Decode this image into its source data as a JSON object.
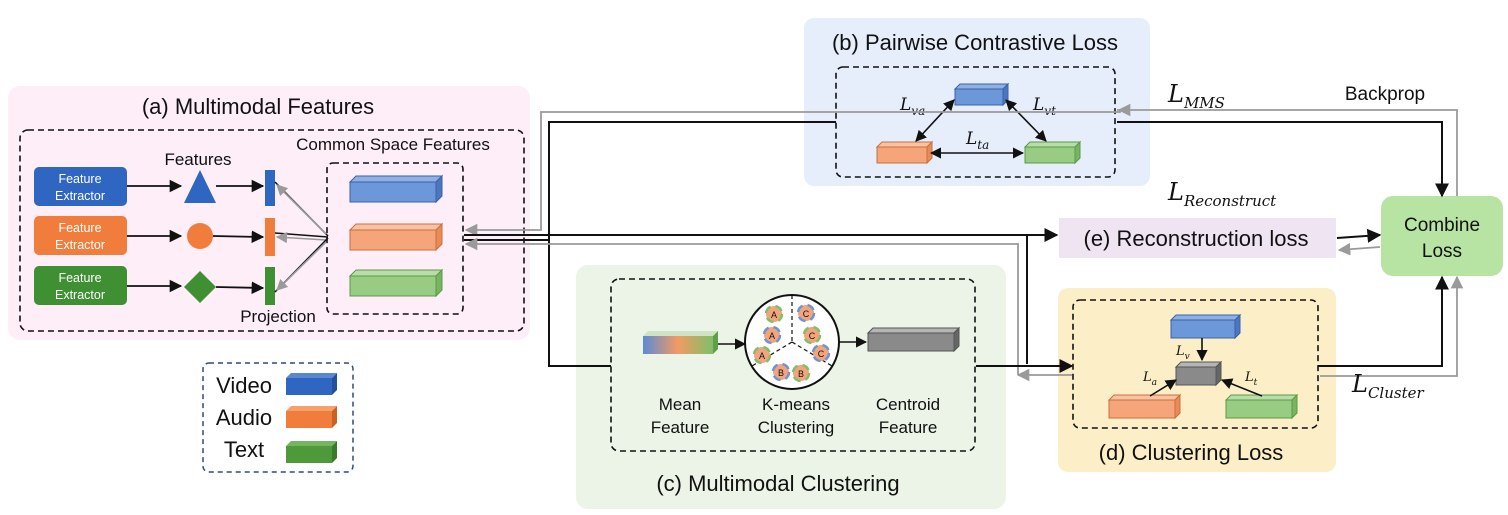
{
  "panels": {
    "a_title": "(a) Multimodal Features",
    "b_title": "(b) Pairwise Contrastive Loss",
    "c_title": "(c) Multimodal Clustering",
    "d_title": "(d) Clustering Loss",
    "e_label": "(e) Reconstruction loss",
    "combine": [
      "Combine",
      "Loss"
    ]
  },
  "features_panel": {
    "extractor_line1": "Feature",
    "extractor_line2": "Extractor",
    "features_label": "Features",
    "common_space_label": "Common Space Features",
    "projection_label": "Projection"
  },
  "legend": {
    "items": [
      {
        "label": "Video",
        "color": "#3b6fc4"
      },
      {
        "label": "Audio",
        "color": "#f07d3b"
      },
      {
        "label": "Text",
        "color": "#4e9a3a"
      }
    ]
  },
  "losses": {
    "l_mms": "L",
    "l_mms_sub": "MMS",
    "l_recon": "L",
    "l_recon_sub": "Reconstruct",
    "l_cluster": "L",
    "l_cluster_sub": "Cluster",
    "l_va": "L",
    "l_va_sub": "va",
    "l_vt": "L",
    "l_vt_sub": "vt",
    "l_ta": "L",
    "l_ta_sub": "ta",
    "l_v": "L",
    "l_v_sub": "v",
    "l_a": "L",
    "l_a_sub": "a",
    "l_t": "L",
    "l_t_sub": "t",
    "backprop": "Backprop"
  },
  "clustering": {
    "mean_feature": [
      "Mean",
      "Feature"
    ],
    "kmeans": [
      "K-means",
      "Clustering"
    ],
    "centroid": [
      "Centroid",
      "Feature"
    ],
    "cluster_letters": [
      "A",
      "A",
      "A",
      "C",
      "C",
      "C",
      "B",
      "B"
    ]
  },
  "colors": {
    "video": "#3b6fc4",
    "audio": "#f07d3b",
    "text": "#4e9a3a",
    "panel_a_bg": "#fdeef8",
    "panel_b_bg": "#e6eefb",
    "panel_c_bg": "#ebf4e6",
    "panel_d_bg": "#fcefc8",
    "panel_e_bg": "#efe4f1",
    "combine_bg": "#b7e3a3"
  }
}
